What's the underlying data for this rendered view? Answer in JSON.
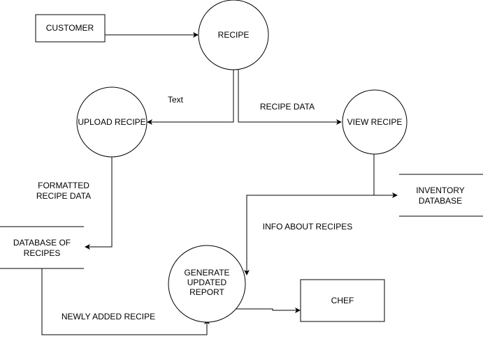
{
  "entities": {
    "customer": "CUSTOMER",
    "chef": "CHEF"
  },
  "processes": {
    "recipe": "RECIPE",
    "upload_recipe": "UPLOAD RECIPE",
    "view_recipe": "VIEW RECIPE",
    "generate_report": [
      "GENERATE",
      "UPDATED",
      "REPORT"
    ]
  },
  "data_stores": {
    "database_of_recipes": [
      "DATABASE OF",
      "RECIPES"
    ],
    "inventory_database": [
      "INVENTORY",
      "DATABASE"
    ]
  },
  "flow_labels": {
    "text": "Text",
    "recipe_data": "RECIPE DATA",
    "formatted_recipe_data": [
      "FORMATTED",
      "RECIPE DATA"
    ],
    "info_about_recipes": "INFO ABOUT RECIPES",
    "newly_added_recipe": "NEWLY ADDED RECIPE"
  },
  "colors": {
    "stroke": "#000000",
    "fill": "#ffffff"
  }
}
